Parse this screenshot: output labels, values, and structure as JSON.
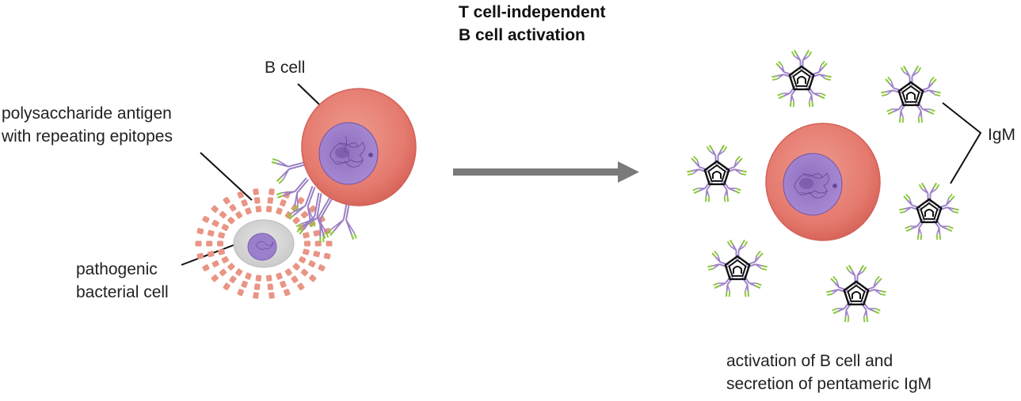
{
  "title": {
    "line1": "T cell-independent",
    "line2": "B cell activation"
  },
  "labels": {
    "b_cell": "B cell",
    "antigen_line1": "polysaccharide antigen",
    "antigen_line2": "with repeating epitopes",
    "bacterium_line1": "pathogenic",
    "bacterium_line2": "bacterial cell",
    "igm": "IgM",
    "result_line1": "activation of B cell and",
    "result_line2": "secretion of pentameric IgM"
  },
  "colors": {
    "cell": "#e57a6e",
    "nucleus": "#9b7fcc",
    "bacterium": "#d9d9d9",
    "epitope": "#e99585",
    "antibody_heavy": "#9b7fc4",
    "antibody_tip": "#8cc63f",
    "arrow": "#7a7a7a"
  }
}
